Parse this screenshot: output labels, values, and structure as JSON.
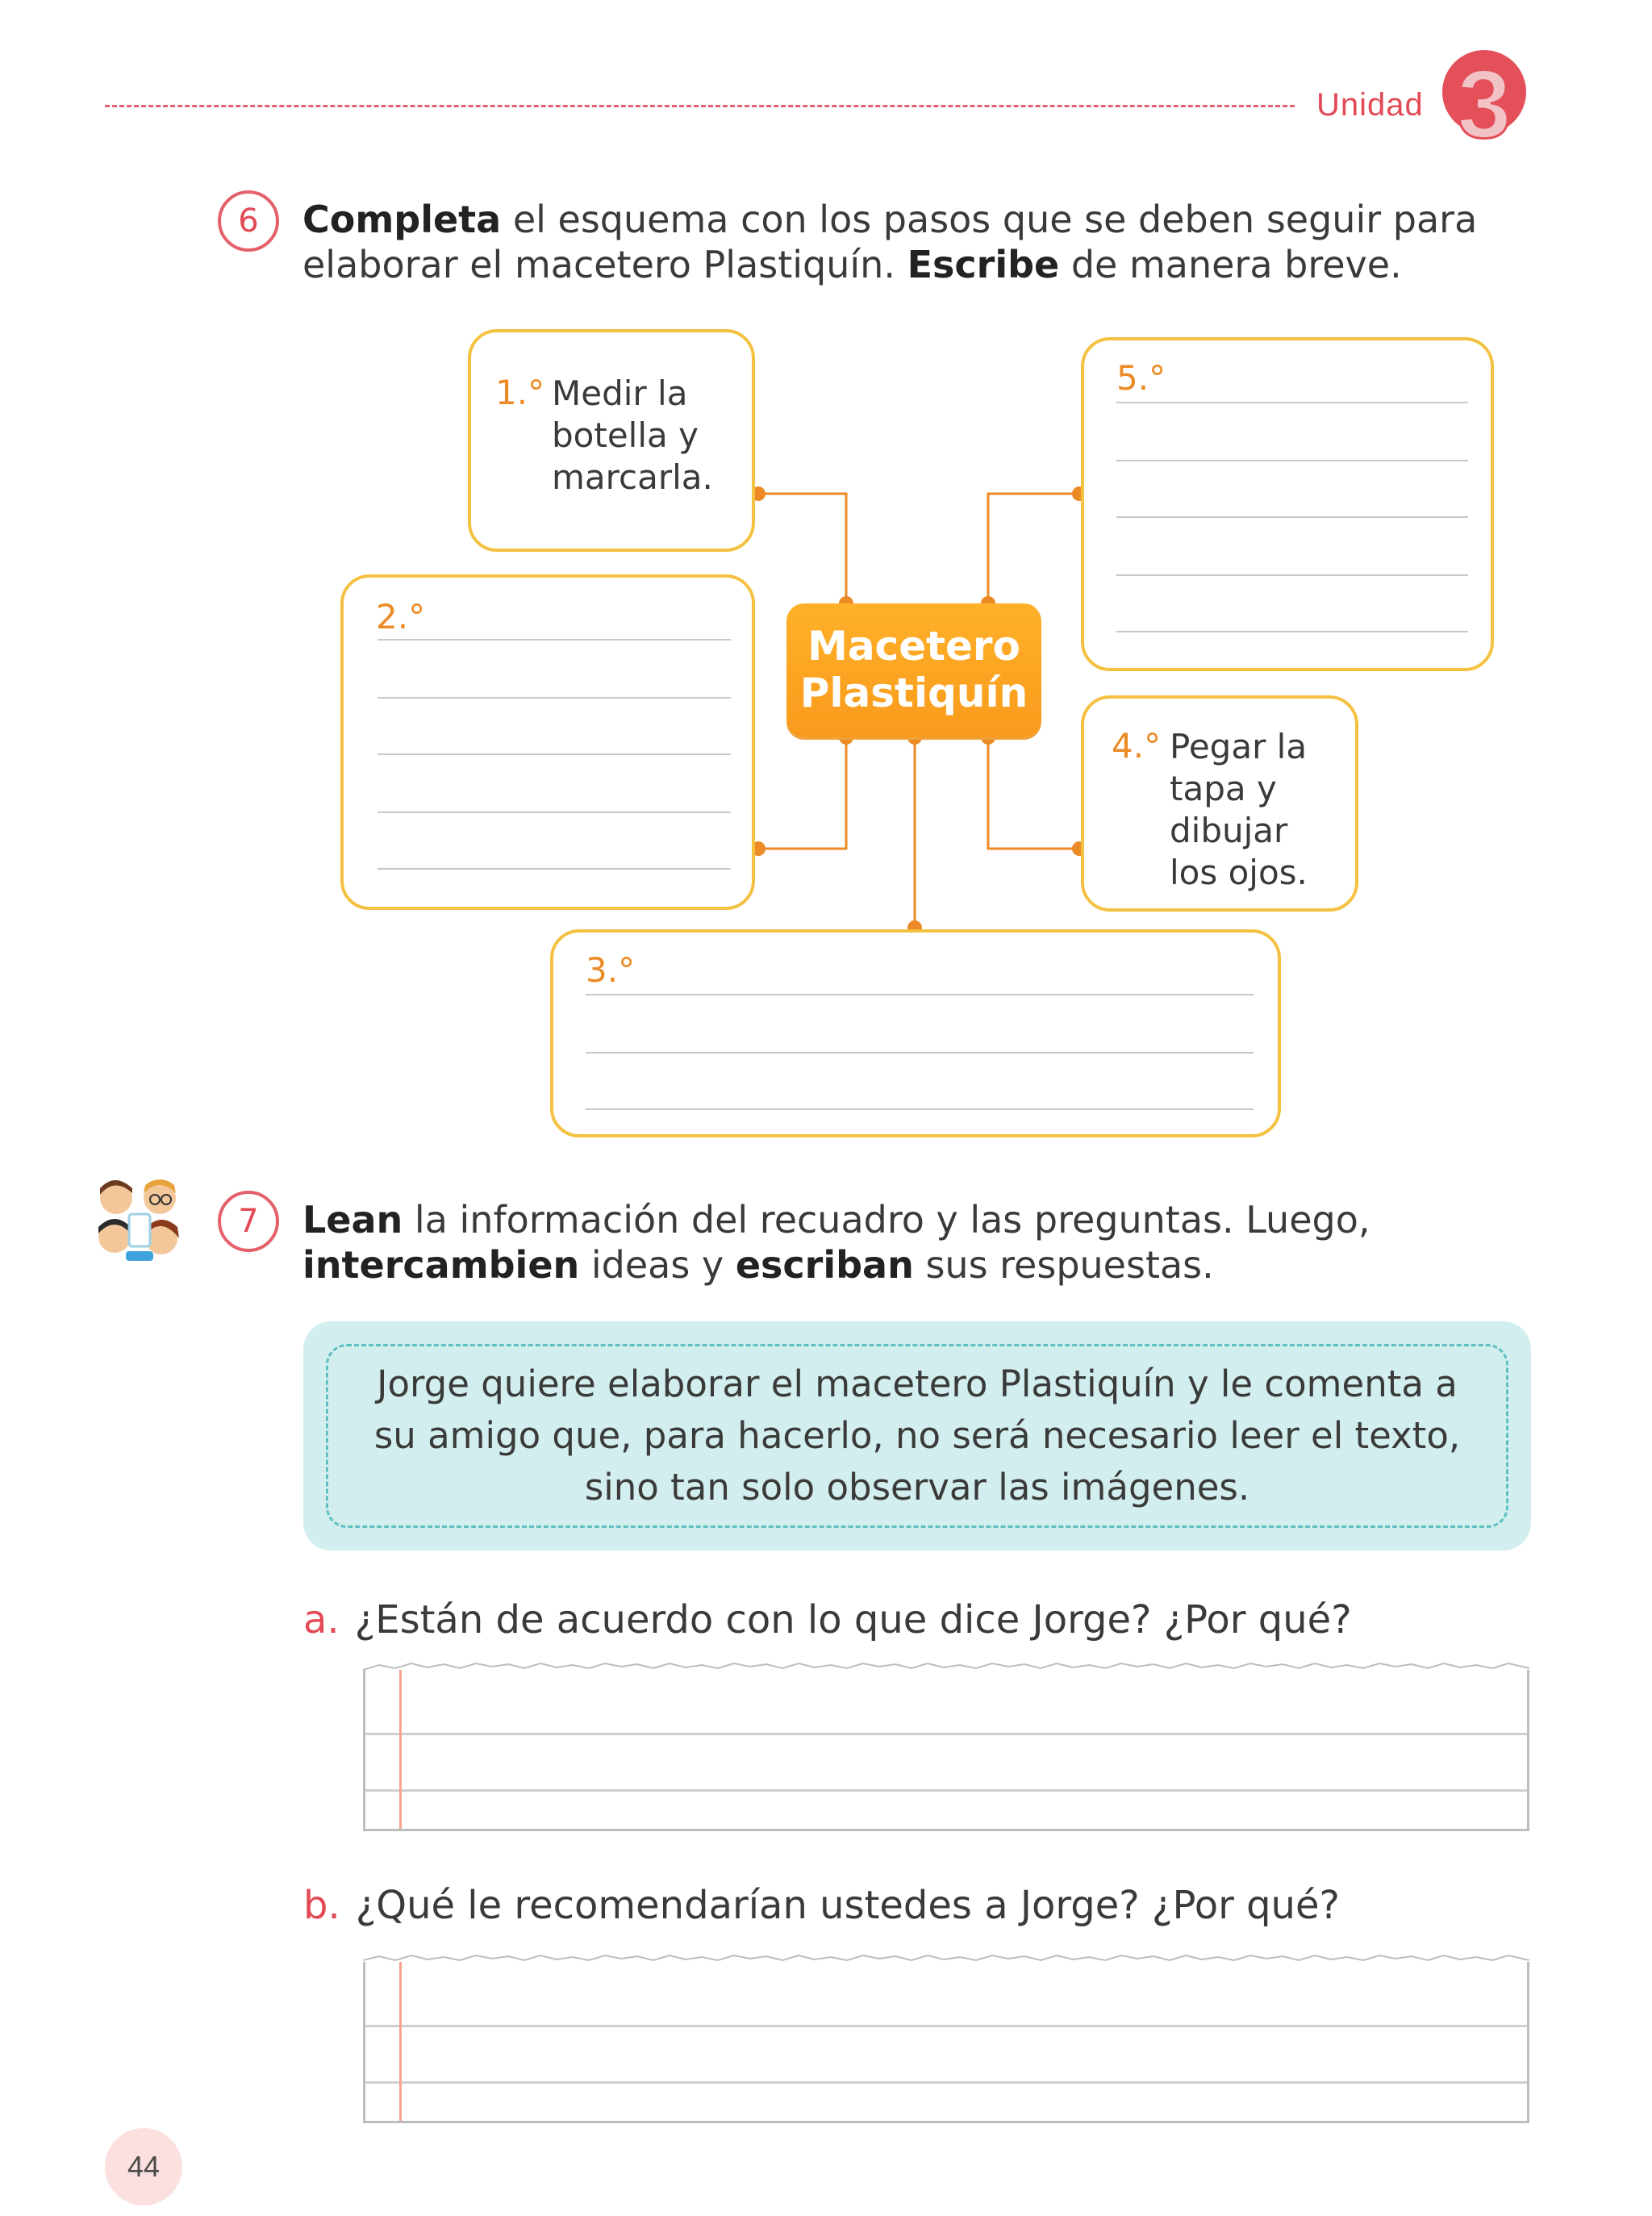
{
  "header": {
    "unit_label": "Unidad",
    "unit_number": "3"
  },
  "activity6": {
    "number": "6",
    "instruction_bold_1": "Completa",
    "instruction_text_1": " el esquema con los pasos que se deben seguir para elaborar el macetero Plastiquín. ",
    "instruction_bold_2": "Escribe",
    "instruction_text_2": " de manera breve.",
    "center": {
      "line1": "Macetero",
      "line2": "Plastiquín"
    },
    "steps": [
      {
        "label": "1.°",
        "text_lines": [
          "Medir la",
          "botella y",
          "marcarla."
        ]
      },
      {
        "label": "2.°",
        "text_lines": []
      },
      {
        "label": "3.°",
        "text_lines": []
      },
      {
        "label": "4.°",
        "text_lines": [
          "Pegar la",
          "tapa y",
          "dibujar",
          "los ojos."
        ]
      },
      {
        "label": "5.°",
        "text_lines": []
      }
    ]
  },
  "activity7": {
    "number": "7",
    "instruction_bold_1": "Lean",
    "instruction_text_1": " la información del recuadro y las preguntas. Luego, ",
    "instruction_bold_2": "intercambien",
    "instruction_text_2": " ideas y ",
    "instruction_bold_3": "escriban",
    "instruction_text_3": " sus respuestas.",
    "info_text": "Jorge quiere elaborar el macetero Plastiquín y le comenta a su amigo que, para hacerlo, no será necesario leer el texto, sino tan solo observar las imágenes.",
    "questions": [
      {
        "letter": "a.",
        "text": "¿Están de acuerdo con lo que dice Jorge? ¿Por qué?"
      },
      {
        "letter": "b.",
        "text": "¿Qué le recomendarían ustedes a Jorge? ¿Por qué?"
      }
    ]
  },
  "page_number": "44",
  "colors": {
    "accent_red": "#e24a55",
    "orange": "#f99a1c",
    "box_border": "#f5c142",
    "info_bg": "#d3eeee"
  }
}
